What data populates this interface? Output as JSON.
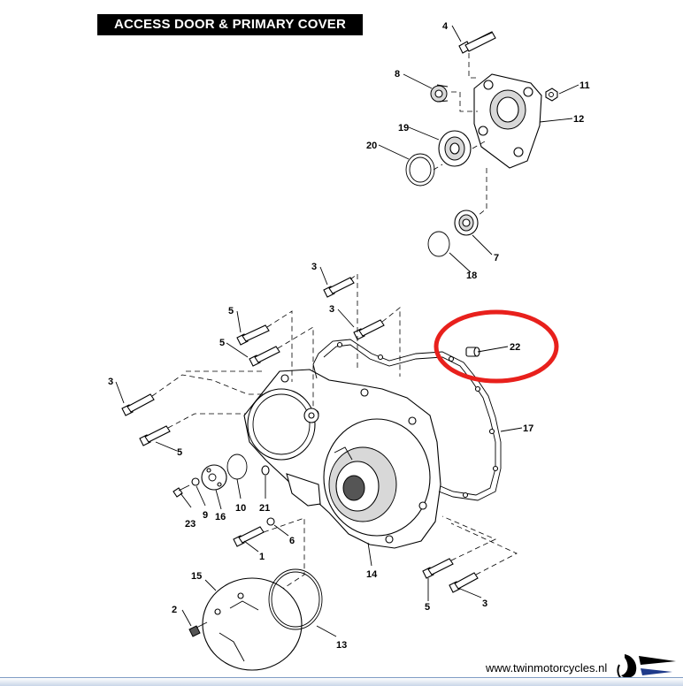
{
  "title": "ACCESS DOOR & PRIMARY COVER",
  "callouts": {
    "c4": "4",
    "c8": "8",
    "c11": "11",
    "c12": "12",
    "c19": "19",
    "c20": "20",
    "c7": "7",
    "c18": "18",
    "c3a": "3",
    "c5a": "5",
    "c3b": "3",
    "c5b": "5",
    "c3c": "3",
    "c5c": "5",
    "c22": "22",
    "c17": "17",
    "c23": "23",
    "c9": "9",
    "c16": "16",
    "c10": "10",
    "c21": "21",
    "c1": "1",
    "c6": "6",
    "c14": "14",
    "c5d": "5",
    "c3d": "3",
    "c15": "15",
    "c2": "2",
    "c13": "13"
  },
  "highlight": {
    "target": "22",
    "color": "#e8201c"
  },
  "footer": {
    "website": "www.twinmotorcycles.nl"
  },
  "colors": {
    "line": "#000000",
    "highlight": "#e8201c",
    "footer_bar": "#c9d6e8"
  },
  "icons": {
    "logo": "winged-motorcycle-logo"
  }
}
